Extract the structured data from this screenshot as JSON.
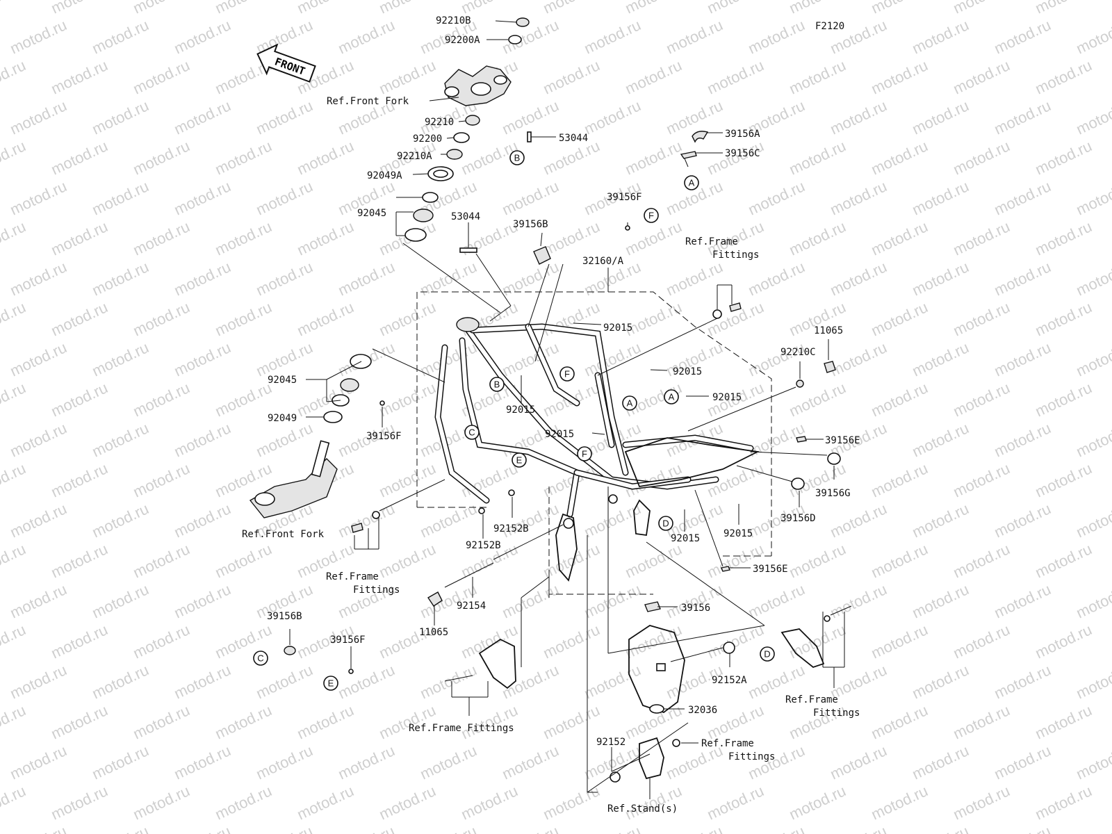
{
  "diagram_code": "F2120",
  "front_arrow": "FRONT",
  "watermark": "motod.ru",
  "labels": {
    "p92210B": "92210B",
    "p92200A": "92200A",
    "ref_front_fork_top": "Ref.Front Fork",
    "p92210": "92210",
    "p92200": "92200",
    "p92210A": "92210A",
    "p92049A": "92049A",
    "p92045_top": "92045",
    "p53044_b": "53044",
    "p53044_top": "53044",
    "p39156A": "39156A",
    "p39156C": "39156C",
    "p39156F_top": "39156F",
    "p39156B_top": "39156B",
    "p32160A": "32160/A",
    "ref_frame_fittings_top_1": "Ref.Frame",
    "ref_frame_fittings_top_2": "Fittings",
    "p92015_a": "92015",
    "p11065_right": "11065",
    "p92210C": "92210C",
    "p92045_left": "92045",
    "p92015_b": "92015",
    "p92015_c": "92015",
    "p92015_d": "92015",
    "p92049": "92049",
    "p39156F_left": "39156F",
    "p92015_e": "92015",
    "p39156E_right": "39156E",
    "p39156G": "39156G",
    "p39156D": "39156D",
    "ref_front_fork_bottom": "Ref.Front Fork",
    "p92152B_a": "92152B",
    "p92152B_b": "92152B",
    "p92015_f": "92015",
    "p92015_g": "92015",
    "p39156E_bottom": "39156E",
    "ref_frame_fittings_left_1": "Ref.Frame",
    "ref_frame_fittings_left_2": "Fittings",
    "p92154": "92154",
    "p11065_bottom": "11065",
    "p39156": "39156",
    "p39156B_bottom": "39156B",
    "p39156F_bottom": "39156F",
    "p92152A": "92152A",
    "ref_frame_fittings_right_1": "Ref.Frame",
    "ref_frame_fittings_right_2": "Fittings",
    "ref_frame_fittings_bottom": "Ref.Frame Fittings",
    "p32036": "32036",
    "p92152": "92152",
    "ref_frame_fittings_stand_1": "Ref.Frame",
    "ref_frame_fittings_stand_2": "Fittings",
    "ref_stands": "Ref.Stand(s)"
  },
  "callouts": {
    "A": "A",
    "B": "B",
    "C": "C",
    "D": "D",
    "E": "E",
    "F": "F"
  }
}
